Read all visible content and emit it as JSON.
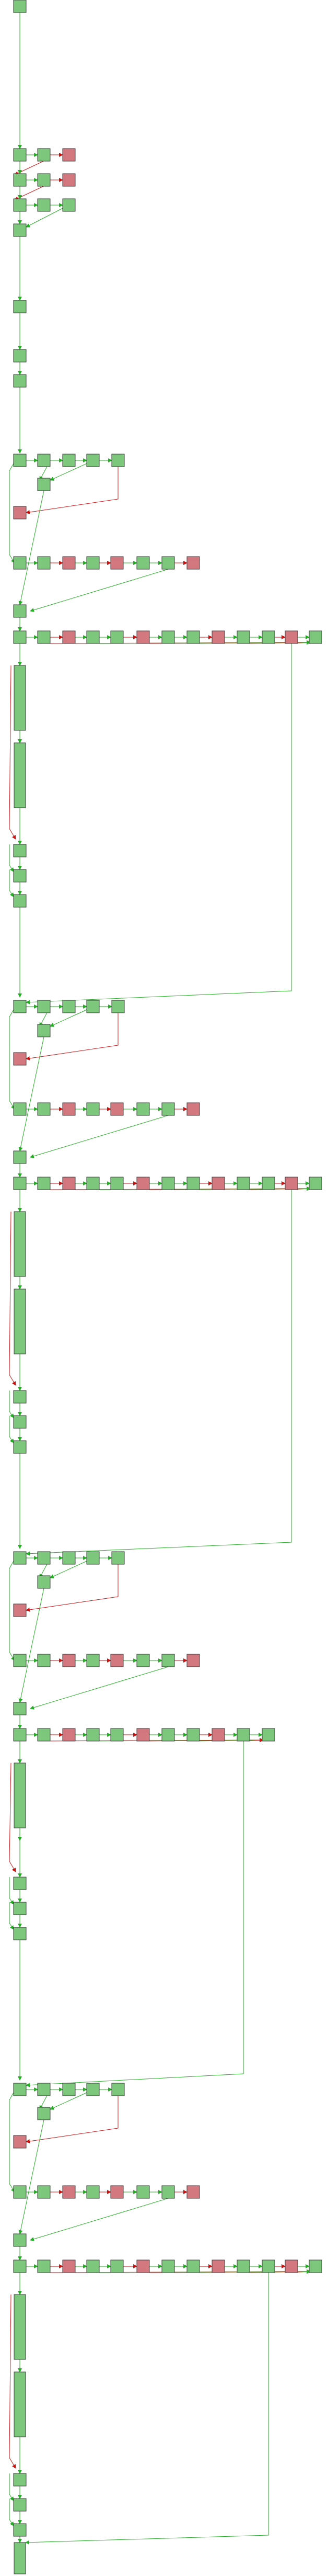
{
  "diagram": {
    "type": "control-flow-graph",
    "colors": {
      "background": "#ffffff",
      "node_ok_fill": "#7cc77c",
      "node_fail_fill": "#d4787f",
      "node_stroke": "#3a3a3a",
      "edge_true": "#22b022",
      "edge_false": "#cc1111"
    },
    "node_kinds": {
      "g": "ok",
      "r": "fail"
    },
    "edge_kinds": {
      "true": "green-edge",
      "false": "red-edge"
    },
    "text": []
  }
}
